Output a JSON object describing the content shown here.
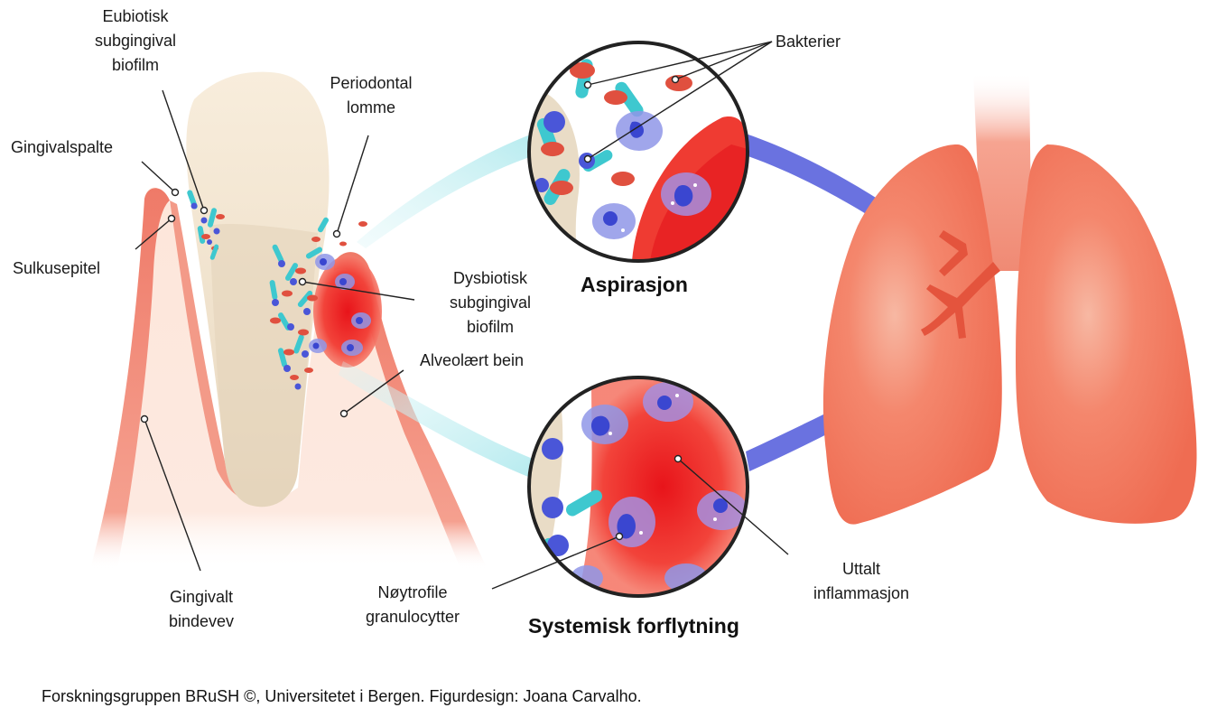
{
  "labels": {
    "eubiotic": [
      "Eubiotisk",
      "subgingival",
      "biofilm"
    ],
    "gingival_crevice": "Gingivalspalte",
    "sulcular_epithelium": "Sulkusepitel",
    "periodontal_pocket": [
      "Periodontal",
      "lomme"
    ],
    "dysbiotic": [
      "Dysbiotisk",
      "subgingival",
      "biofilm"
    ],
    "alveolar_bone": "Alveolært bein",
    "gingival_connective": [
      "Gingivalt",
      "bindevev"
    ],
    "bacteria": "Bakterier",
    "neutrophils": [
      "Nøytrofile",
      "granulocytter"
    ],
    "inflammation": [
      "Uttalt",
      "inflammasjon"
    ]
  },
  "titles": {
    "aspiration": "Aspirasjon",
    "systemic": "Systemisk forflytning"
  },
  "credit": "Forskningsgruppen BRuSH ©, Universitetet i Bergen. Figurdesign: Joana Carvalho.",
  "colors": {
    "gum": "#f0806e",
    "gum_light": "#fbd9cc",
    "tooth": "#f6ead7",
    "inflammation": "#ef3b32",
    "bacteria_red": "#e0503f",
    "bacteria_cyan": "#3ec8cf",
    "neutrophil": "#4a56d8",
    "lung": "#f2785f",
    "arrow_blue": "#6a72e0",
    "flow_cyan": "#bfeef2"
  }
}
